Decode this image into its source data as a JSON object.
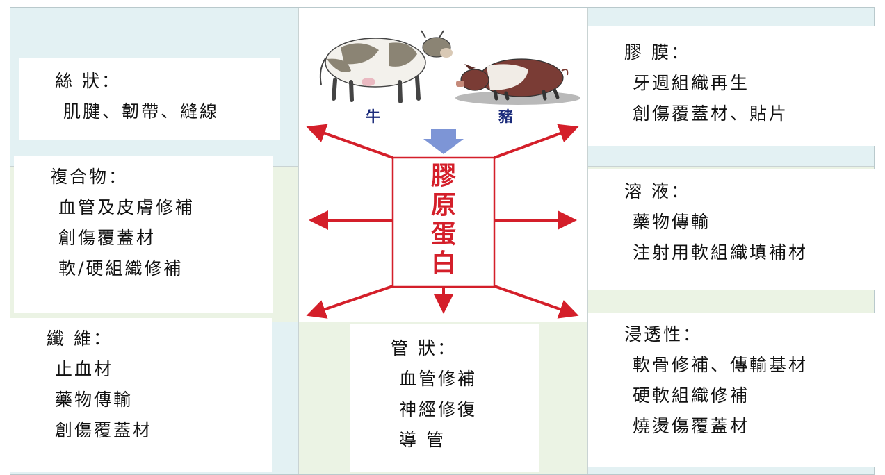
{
  "animals": {
    "cow_label": "牛",
    "pig_label": "豬"
  },
  "center": {
    "chars": [
      "膠",
      "原",
      "蛋",
      "白"
    ]
  },
  "boxes": {
    "filament": {
      "title": "絲 狀：",
      "lines": [
        "肌腱、韌帶、縫線"
      ]
    },
    "composite": {
      "title": "複合物：",
      "lines": [
        "血管及皮膚修補",
        "創傷覆蓋材",
        "軟/硬組織修補"
      ]
    },
    "fiber": {
      "title": "纖 維：",
      "lines": [
        "止血材",
        "藥物傳輸",
        "創傷覆蓋材"
      ]
    },
    "tubular": {
      "title": "管 狀：",
      "lines": [
        "血管修補",
        "神經修復",
        "導 管"
      ]
    },
    "membrane": {
      "title": "膠 膜：",
      "lines": [
        "牙週組織再生",
        "創傷覆蓋材、貼片"
      ]
    },
    "solution": {
      "title": "溶 液：",
      "lines": [
        "藥物傳輸",
        "注射用軟組織填補材"
      ]
    },
    "osmotic": {
      "title": "浸透性：",
      "lines": [
        "軟骨修補、傳輸基材",
        "硬軟組織修補",
        "燒燙傷覆蓋材"
      ]
    }
  },
  "colors": {
    "arrow_red": "#d41f2a",
    "down_arrow_blue": "#7d95d6",
    "tint_blue": "#e3f1f3",
    "tint_green": "#ebf3e4"
  }
}
